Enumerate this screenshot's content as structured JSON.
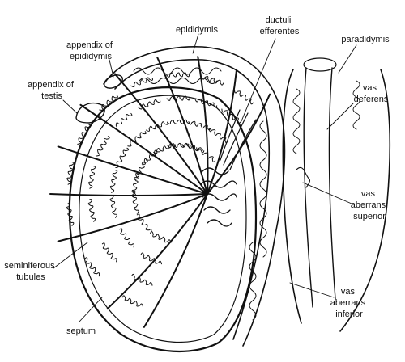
{
  "diagram": {
    "labels": {
      "epididymis": [
        "epididymis"
      ],
      "ductuli_efferentes": [
        "ductuli",
        "efferentes"
      ],
      "paradidymis": [
        "paradidymis"
      ],
      "appendix_of_epididymis": [
        "appendix of",
        "epididymis"
      ],
      "appendix_of_testis": [
        "appendix of",
        "testis"
      ],
      "vas_deferens": [
        "vas",
        "deferens"
      ],
      "vas_aberrans_superior": [
        "vas",
        "aberrans",
        "superior"
      ],
      "seminiferous_tubules": [
        "seminiferous",
        "tubules"
      ],
      "vas_aberrans_inferior": [
        "vas",
        "aberrans",
        "inferior"
      ],
      "septum": [
        "septum"
      ]
    },
    "colors": {
      "ink": "#111111",
      "background": "#ffffff"
    }
  }
}
